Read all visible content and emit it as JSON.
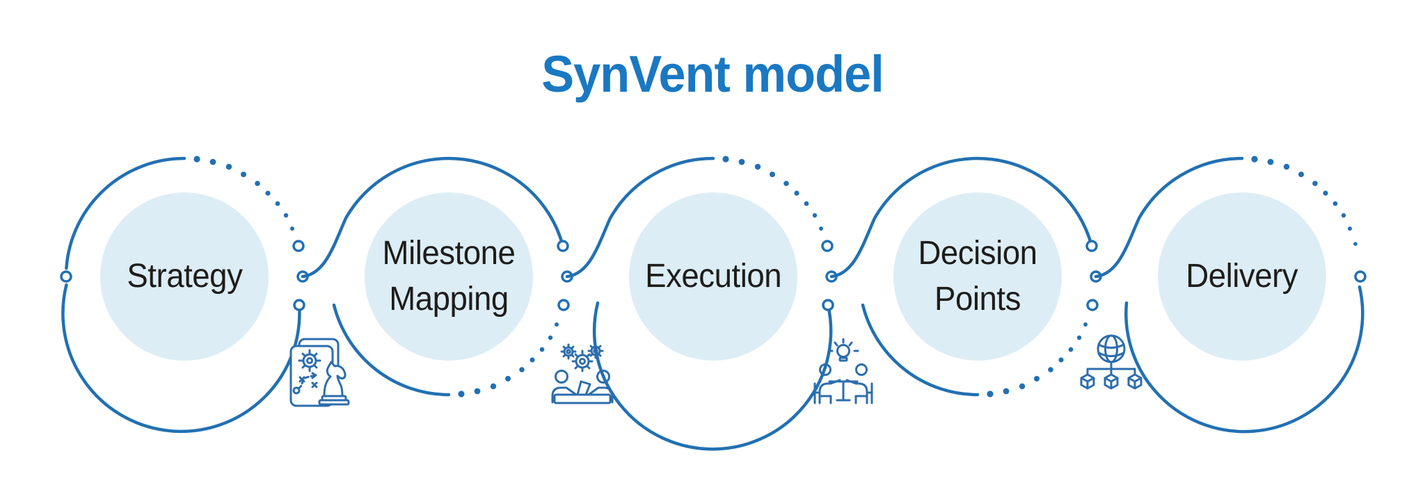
{
  "title": "SynVent model",
  "nodes": [
    {
      "id": "strategy",
      "label": "Strategy"
    },
    {
      "id": "milestone-mapping",
      "label": "Milestone Mapping"
    },
    {
      "id": "execution",
      "label": "Execution"
    },
    {
      "id": "decision-points",
      "label": "Decision Points"
    },
    {
      "id": "delivery",
      "label": "Delivery"
    }
  ],
  "icons": [
    {
      "name": "strategy-plan-icon",
      "desc": "document with gear, tactics path and chess knight"
    },
    {
      "name": "team-gears-icon",
      "desc": "two people working at a desk with laptop under three gears"
    },
    {
      "name": "meeting-lightbulb-icon",
      "desc": "two people seated at a table with a glowing lightbulb"
    },
    {
      "name": "globe-distribution-icon",
      "desc": "globe connected to three cubes in a network"
    }
  ],
  "colors": {
    "accent_blue": "#2270b2",
    "title_blue": "#1a78c2",
    "icon_blue": "#2d6dac",
    "circle_fill": "#ddedf5",
    "label_text": "#1d1d1b",
    "background": "#ffffff"
  }
}
